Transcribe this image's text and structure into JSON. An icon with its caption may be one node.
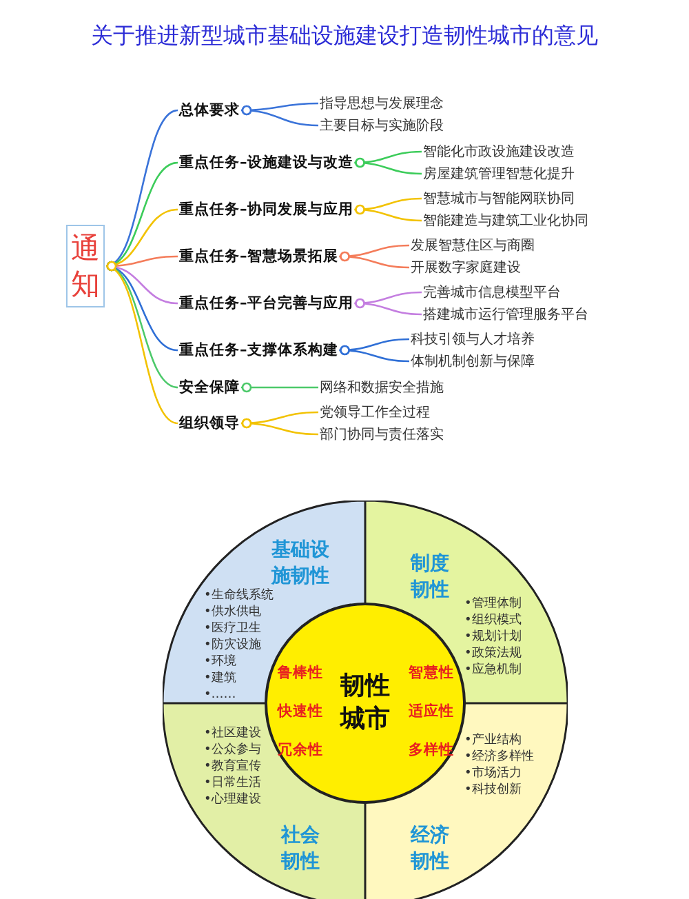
{
  "diagram": {
    "title": "关于推进新型城市基础设施建设打造韧性城市的意见",
    "nodes": [
      {
        "text": [
          "通知"
        ]
      },
      {
        "text": [
          "总体要求"
        ]
      },
      {
        "text": [
          "指导思想与发展理念"
        ]
      },
      {
        "text": [
          "主要目标与实施阶段"
        ]
      },
      {
        "text": [
          "重点任务–设施建设与改造"
        ]
      },
      {
        "text": [
          "智能化市政设施建设改造"
        ]
      },
      {
        "text": [
          "房屋建筑管理智慧化提升"
        ]
      },
      {
        "text": [
          "重点任务–协同发展与应用"
        ]
      },
      {
        "text": [
          "智慧城市与智能网联协同"
        ]
      },
      {
        "text": [
          "智能建造与建筑工业化协同"
        ]
      },
      {
        "text": [
          "重点任务–智慧场景拓展"
        ]
      },
      {
        "text": [
          "发展智慧住区与商圈"
        ]
      },
      {
        "text": [
          "开展数字家庭建设"
        ]
      },
      {
        "text": [
          "重点任务–平台完善与应用"
        ]
      },
      {
        "text": [
          "完善城市信息模型平台"
        ]
      },
      {
        "text": [
          "搭建城市运行管理服务平台"
        ]
      },
      {
        "text": [
          "重点任务–支撑体系构建"
        ]
      },
      {
        "text": [
          "科技引领与人才培养"
        ]
      },
      {
        "text": [
          "体制机制创新与保障"
        ]
      },
      {
        "text": [
          "安全保障"
        ]
      },
      {
        "text": [
          "网络和数据安全措施"
        ]
      },
      {
        "text": [
          "组织领导"
        ]
      },
      {
        "text": [
          "党领导工作全过程"
        ]
      },
      {
        "text": [
          "部门协同与责任落实"
        ]
      },
      {
        "text": [
          "基础设施韧性",
          "•生命线系统",
          "•供水供电",
          "•医疗卫生",
          "•防灾设施",
          "•环境",
          "•建筑",
          "•……"
        ]
      },
      {
        "text": [
          "制度韧性",
          "•管理体制",
          "•组织模式",
          "•规划计划",
          "•政策法规",
          "•应急机制"
        ]
      },
      {
        "text": [
          "韧性城市",
          "鲁棒性",
          "智慧性",
          "快速性",
          "适应性",
          "冗余性",
          "多样性"
        ]
      },
      {
        "text": [
          "社会韧性",
          "•社区建设",
          "•公众参与",
          "•教育宣传",
          "•日常生活",
          "•心理建设"
        ]
      },
      {
        "text": [
          "经济韧性",
          "•产业结构",
          "•经济多样性",
          "•市场活力",
          "•科技创新"
        ]
      }
    ],
    "edges": [
      {
        "from": 0,
        "to": 1,
        "arrow": "other",
        "color": "#3a73d9"
      },
      {
        "from": 1,
        "to": 2,
        "arrow": "other",
        "color": "#3a73d9"
      },
      {
        "from": 1,
        "to": 3,
        "arrow": "other",
        "color": "#3a73d9"
      },
      {
        "from": 0,
        "to": 4,
        "arrow": "other",
        "color": "#3ccc5a"
      },
      {
        "from": 4,
        "to": 5,
        "arrow": "other",
        "color": "#3ccc5a"
      },
      {
        "from": 4,
        "to": 6,
        "arrow": "other",
        "color": "#3ccc5a"
      },
      {
        "from": 0,
        "to": 7,
        "arrow": "other",
        "color": "#f2c200"
      },
      {
        "from": 7,
        "to": 8,
        "arrow": "other",
        "color": "#f2c200"
      },
      {
        "from": 7,
        "to": 9,
        "arrow": "other",
        "color": "#f2c200"
      },
      {
        "from": 0,
        "to": 10,
        "arrow": "other",
        "color": "#f47c5a"
      },
      {
        "from": 10,
        "to": 11,
        "arrow": "other",
        "color": "#f47c5a"
      },
      {
        "from": 10,
        "to": 12,
        "arrow": "other",
        "color": "#f47c5a"
      },
      {
        "from": 0,
        "to": 13,
        "arrow": "other",
        "color": "#c47ee0"
      },
      {
        "from": 13,
        "to": 14,
        "arrow": "other",
        "color": "#c47ee0"
      },
      {
        "from": 13,
        "to": 15,
        "arrow": "other",
        "color": "#c47ee0"
      },
      {
        "from": 0,
        "to": 16,
        "arrow": "other",
        "color": "#2f6fd6"
      },
      {
        "from": 16,
        "to": 17,
        "arrow": "other",
        "color": "#2f6fd6"
      },
      {
        "from": 16,
        "to": 18,
        "arrow": "other",
        "color": "#2f6fd6"
      },
      {
        "from": 0,
        "to": 19,
        "arrow": "other",
        "color": "#4cc96a"
      },
      {
        "from": 19,
        "to": 20,
        "arrow": "other",
        "color": "#4cc96a"
      },
      {
        "from": 0,
        "to": 21,
        "arrow": "other",
        "color": "#f2c200"
      },
      {
        "from": 21,
        "to": 22,
        "arrow": "other",
        "color": "#f2c200"
      },
      {
        "from": 21,
        "to": 23,
        "arrow": "other",
        "color": "#f2c200"
      }
    ]
  }
}
